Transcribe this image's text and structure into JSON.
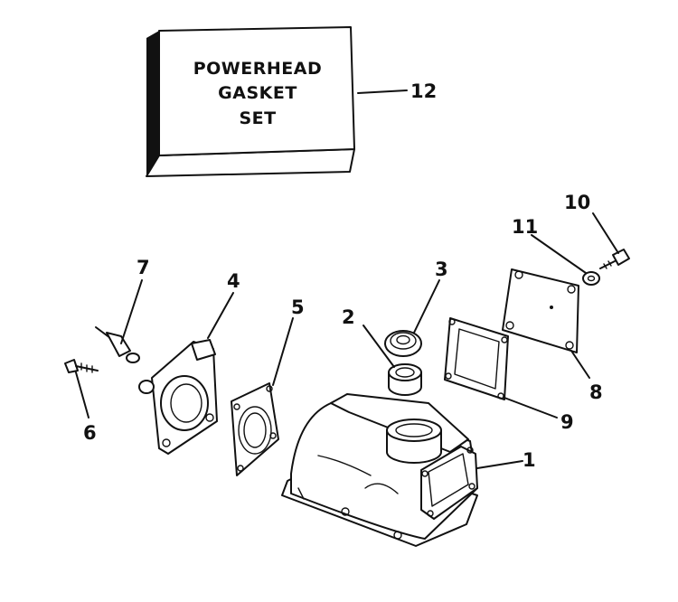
{
  "box": {
    "line1": "POWERHEAD",
    "line2": "GASKET",
    "line3": "SET"
  },
  "callouts": {
    "c1": "1",
    "c2": "2",
    "c3": "3",
    "c4": "4",
    "c5": "5",
    "c6": "6",
    "c7": "7",
    "c8": "8",
    "c9": "9",
    "c10": "10",
    "c11": "11",
    "c12": "12"
  }
}
